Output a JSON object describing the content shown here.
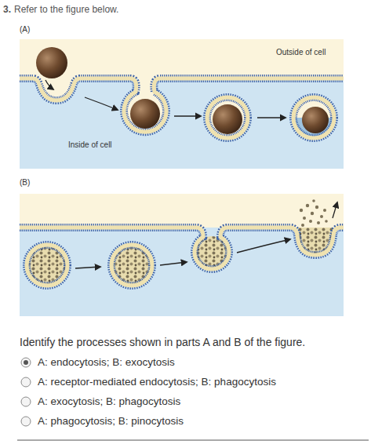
{
  "diagram": {
    "labels": [
      "3.",
      "Refer to the figure below.",
      "(A)",
      "Outside of cell",
      "Inside of cell",
      "(B)",
      "Identify the processes shown in parts A and B of the figure.",
      "A: endocytosis; B: exocytosis",
      "A: receptor-mediated endocytosis; B: phagocytosis",
      "A: exocytosis; B: phagocytosis",
      "A: phagocytosis; B: pinocytosis"
    ]
  }
}
